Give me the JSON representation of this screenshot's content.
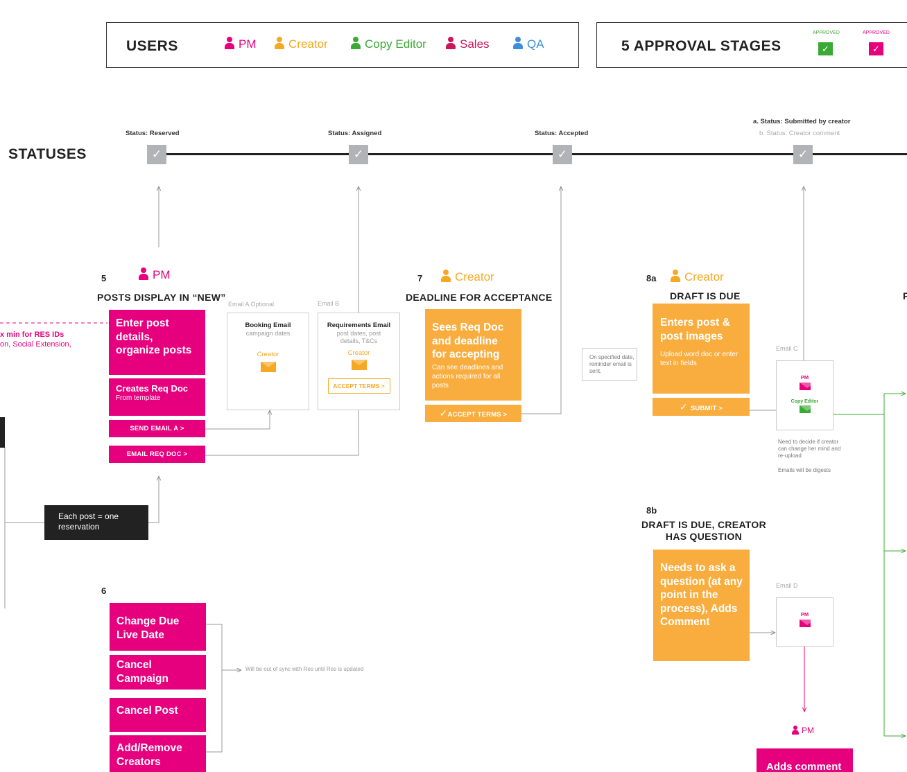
{
  "users": {
    "label": "USERS",
    "items": [
      {
        "name": "PM",
        "color": "#e6007e"
      },
      {
        "name": "Creator",
        "color": "#f7a823"
      },
      {
        "name": "Copy Editor",
        "color": "#3aaa35"
      },
      {
        "name": "Sales",
        "color": "#c8175d"
      },
      {
        "name": "QA",
        "color": "#3e8ede"
      }
    ]
  },
  "stages": {
    "label": "5 APPROVAL STAGES",
    "items": [
      {
        "caption": "APPROVED",
        "color": "#3aaa35",
        "mark": "✓"
      },
      {
        "caption": "APPROVED",
        "color": "#e6007e",
        "mark": "✓"
      }
    ]
  },
  "statuses": {
    "title": "STATUSES",
    "check": "✓",
    "items": [
      {
        "label": "Status: Reserved"
      },
      {
        "label": "Status: Assigned"
      },
      {
        "label": "Status: Accepted"
      },
      {
        "label": "a. Status: Submitted by creator",
        "label_b": "b. Status: Creator comment"
      }
    ]
  },
  "left_edge": {
    "pink_text_1": "x min for RES IDs",
    "pink_text_2": "on, Social Extension,",
    "reservation_note": "Each post = one reservation"
  },
  "step5": {
    "num": "5",
    "role": "PM",
    "title": "POSTS DISPLAY IN “NEW”",
    "enter_box": "Enter post details, organize posts",
    "req_doc_box": "Creates Req Doc",
    "req_doc_sub": "From template",
    "send_email_btn": "SEND EMAIL A >",
    "email_req_btn": "EMAIL REQ DOC >",
    "email_a": {
      "caption": "Email A Optional",
      "title": "Booking Email",
      "sub": "campaign dates",
      "recipient": "Creator"
    },
    "email_b": {
      "caption": "Email B",
      "title": "Requirements Email",
      "sub": "post dates, post details, T&Cs",
      "recipient": "Creator",
      "button": "ACCEPT TERMS >"
    }
  },
  "step6": {
    "num": "6",
    "boxes": [
      "Change Due Live Date",
      "Cancel Campaign",
      "Cancel Post",
      "Add/Remove Creators"
    ],
    "note": "Will be out of sync with Res until Res is updated"
  },
  "step7": {
    "num": "7",
    "role": "Creator",
    "title": "DEADLINE FOR ACCEPTANCE",
    "box_title": "Sees Req Doc and deadline for accepting",
    "box_sub": "Can see deadlines and actions required for all posts",
    "button": "ACCEPT TERMS >",
    "reminder": "On specified date, reminder email is sent."
  },
  "step8a": {
    "num": "8a",
    "role": "Creator",
    "title": "DRAFT IS DUE",
    "box_title": "Enters post & post images",
    "box_sub": "Upload word doc or enter text in fields",
    "button": "SUBMIT >",
    "email_c": {
      "caption": "Email C",
      "to1": "PM",
      "to2": "Copy Editor"
    },
    "note1": "Need to decide if creator can change her mind and re-upload",
    "note2": "Emails will be digests"
  },
  "step8b": {
    "num": "8b",
    "title": "DRAFT IS DUE, CREATOR HAS QUESTION",
    "box_title": "Needs to ask a question (at any point in the process), Adds Comment",
    "email_d": {
      "caption": "Email D",
      "to": "PM"
    },
    "role": "PM",
    "adds_comment": "Adds comment"
  },
  "right_edge": {
    "letter": "F"
  }
}
